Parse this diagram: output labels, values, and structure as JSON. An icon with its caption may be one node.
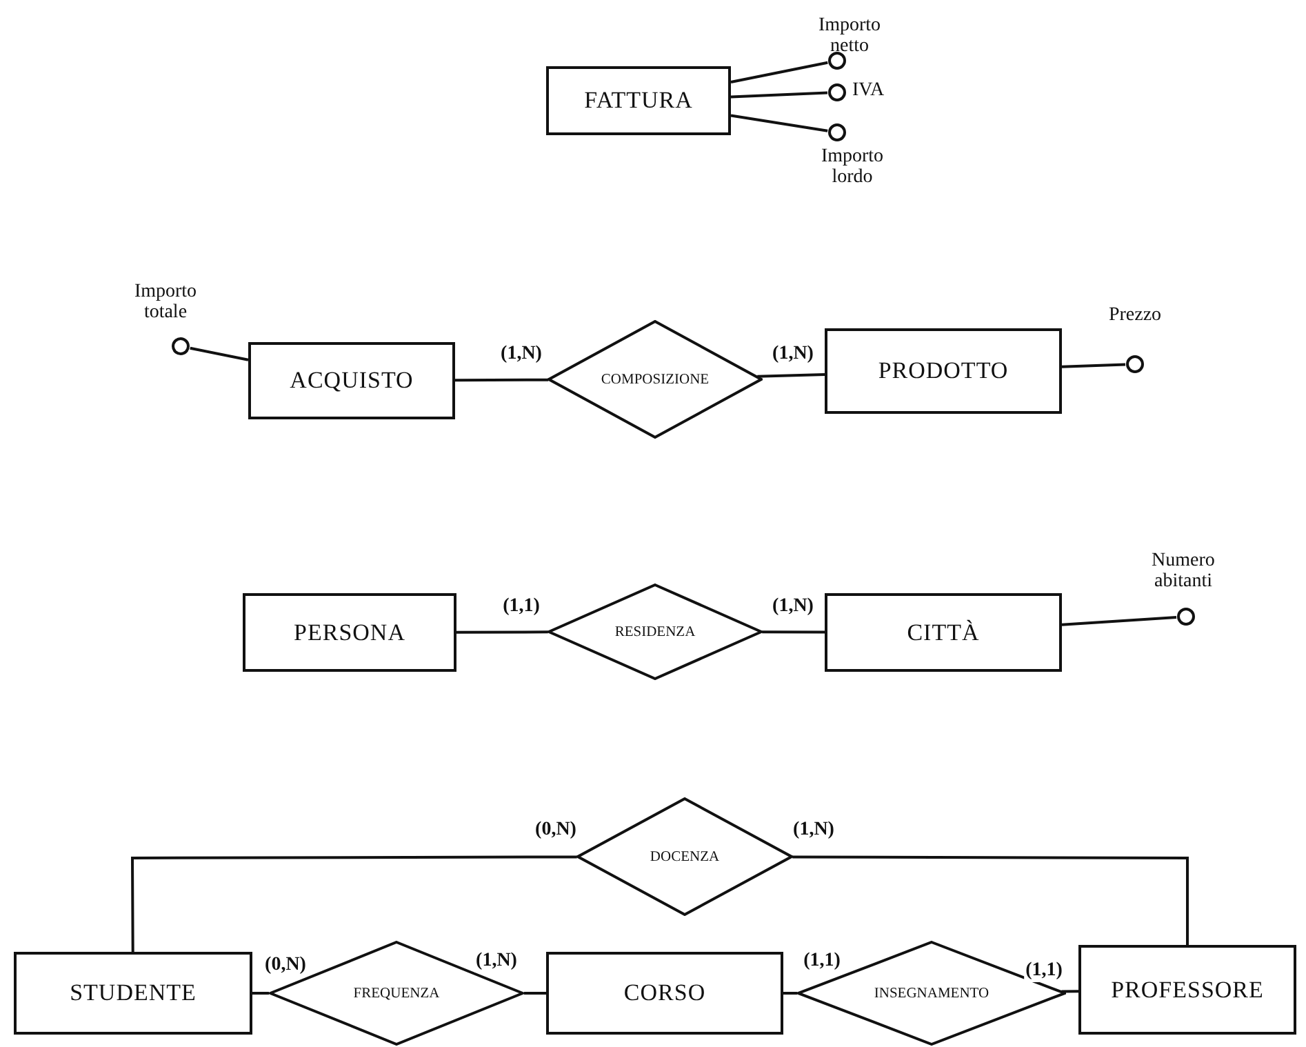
{
  "diagram": {
    "nodes": [
      {
        "text": [
          "FATTURA"
        ]
      },
      {
        "text": [],
        "shape": "circle",
        "beside": [
          "Importo netto"
        ]
      },
      {
        "text": [],
        "shape": "circle",
        "beside": [
          "IVA"
        ]
      },
      {
        "text": [],
        "shape": "circle",
        "beside": [
          "Importo lordo"
        ]
      },
      {
        "text": [],
        "shape": "circle",
        "beside": [
          "Importo totale"
        ]
      },
      {
        "text": [
          "ACQUISTO"
        ]
      },
      {
        "text": [
          "COMPOSIZIONE"
        ]
      },
      {
        "text": [
          "PRODOTTO"
        ]
      },
      {
        "text": [],
        "shape": "circle",
        "beside": [
          "Prezzo"
        ]
      },
      {
        "text": [
          "PERSONA"
        ]
      },
      {
        "text": [
          "RESIDENZA"
        ]
      },
      {
        "text": [
          "CITTÀ"
        ]
      },
      {
        "text": [],
        "shape": "circle",
        "beside": [
          "Numero abitanti"
        ]
      },
      {
        "text": [
          "DOCENZA"
        ]
      },
      {
        "text": [
          "STUDENTE"
        ]
      },
      {
        "text": [
          "FREQUENZA"
        ]
      },
      {
        "text": [
          "CORSO"
        ]
      },
      {
        "text": [
          "INSEGNAMENTO"
        ]
      },
      {
        "text": [
          "PROFESSORE"
        ]
      }
    ],
    "edges": [
      {
        "from": 0,
        "to": 1,
        "arrow": "none"
      },
      {
        "from": 0,
        "to": 2,
        "arrow": "none"
      },
      {
        "from": 0,
        "to": 3,
        "arrow": "none"
      },
      {
        "from": 5,
        "to": 4,
        "arrow": "none"
      },
      {
        "from": 5,
        "to": 6,
        "label": "(1,N)",
        "arrow": "none"
      },
      {
        "from": 6,
        "to": 7,
        "label": "(1,N)",
        "arrow": "none"
      },
      {
        "from": 7,
        "to": 8,
        "arrow": "none"
      },
      {
        "from": 9,
        "to": 10,
        "label": "(1,1)",
        "arrow": "none"
      },
      {
        "from": 10,
        "to": 11,
        "label": "(1,N)",
        "arrow": "none"
      },
      {
        "from": 11,
        "to": 12,
        "arrow": "none"
      },
      {
        "from": 14,
        "to": 13,
        "label": "(0,N)",
        "arrow": "none"
      },
      {
        "from": 13,
        "to": 18,
        "label": "(1,N)",
        "arrow": "none"
      },
      {
        "from": 14,
        "to": 15,
        "label": "(0,N)",
        "arrow": "none"
      },
      {
        "from": 15,
        "to": 16,
        "label": "(1,N)",
        "arrow": "none"
      },
      {
        "from": 16,
        "to": 17,
        "label": "(1,1)",
        "arrow": "none"
      },
      {
        "from": 17,
        "to": 18,
        "label": "(1,1)",
        "arrow": "none"
      }
    ]
  }
}
